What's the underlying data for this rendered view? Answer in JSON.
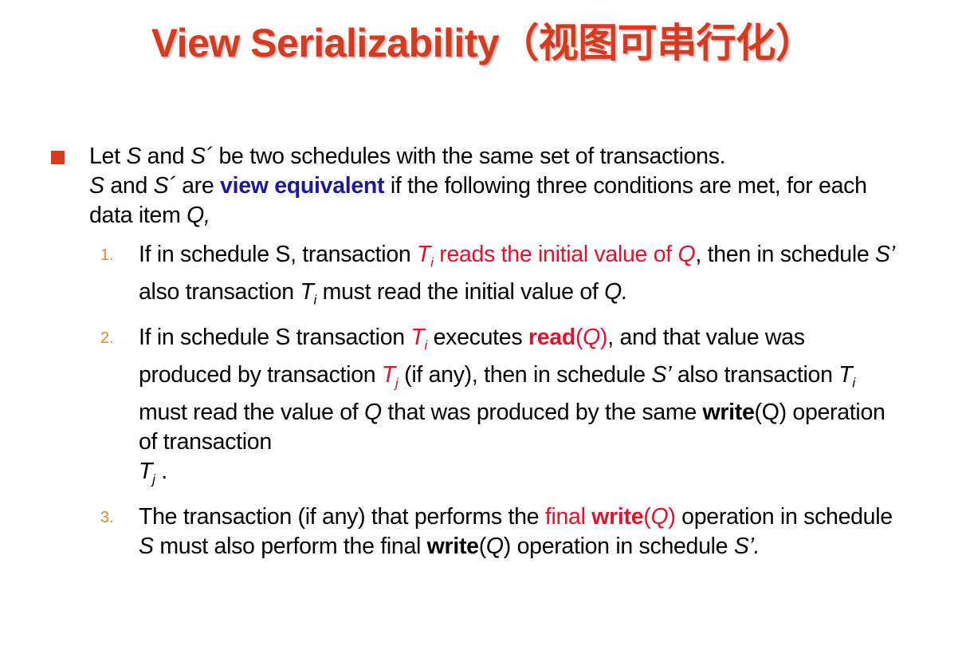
{
  "title": "View Serializability（视图可串行化）",
  "colors": {
    "title": "#d63a1f",
    "bullet": "#d63a1f",
    "number": "#e08a2e",
    "highlight_red": "#e4102a",
    "highlight_blue": "#1a1a9c"
  },
  "intro": {
    "p1": "Let ",
    "S": "S",
    "p2": " and ",
    "S_prime": "S´",
    "p3": " be two schedules with the same set of transactions.",
    "S2": "S",
    "p4": " and ",
    "S_prime2": "S´",
    "p5": " are ",
    "view_equiv": "view equivalent",
    "p6": " if the following three conditions are met, for each data item ",
    "Q": "Q,"
  },
  "items": [
    {
      "number": "1.",
      "a": "If in schedule S, transaction ",
      "T": "T",
      "i": "i",
      "b": " reads the initial value of ",
      "Q": "Q",
      "c": ", then in schedule ",
      "S_prime": "S’",
      "d": " also transaction ",
      "T2": "T",
      "i2": "i",
      "e": "  must read the initial value of ",
      "Q2": "Q."
    },
    {
      "number": "2.",
      "a": "If in schedule S transaction ",
      "T": "T",
      "i": "i",
      "b": " executes ",
      "read": "read",
      "lp": "(",
      "Q": "Q",
      "rp": ")",
      "c": ", and that value was produced by transaction ",
      "T2": "T",
      "j": "j",
      "d": "  (if any), then in schedule ",
      "S_prime": "S’",
      "e": " also transaction ",
      "T3": "T",
      "i3": "i",
      "f": " must read the value of ",
      "Q2": "Q",
      "g": " that was produced by the same ",
      "write": "write",
      "h": "(Q) operation of transaction ",
      "T4": "T",
      "j4": "j",
      "end": " ."
    },
    {
      "number": "3.",
      "a": "The transaction (if any) that performs the ",
      "final": "final ",
      "write": "write",
      "lp": "(",
      "Q": "Q",
      "rp": ")",
      "b": " operation in schedule ",
      "S": "S",
      "c": " must also perform the final ",
      "write2": "write",
      "d": "(",
      "Q2": "Q",
      "e": ") operation in schedule ",
      "S_prime": "S’."
    }
  ]
}
